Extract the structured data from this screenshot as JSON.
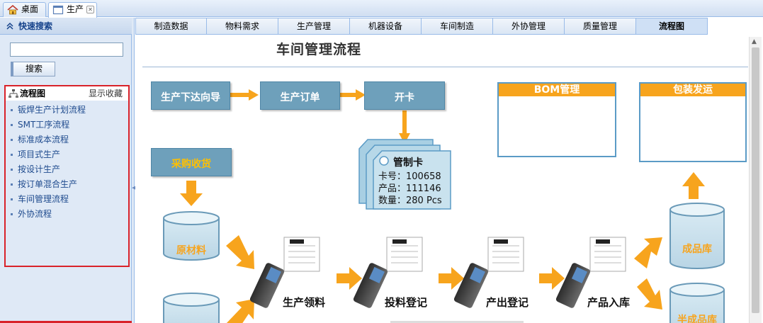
{
  "tabs": [
    {
      "label": "桌面"
    },
    {
      "label": "生产"
    }
  ],
  "sidebar": {
    "search_title": "快速搜索",
    "search_input_value": "",
    "search_button": "搜索",
    "flow_title": "流程图",
    "flow_favorite": "显示收藏",
    "flow_items": [
      {
        "label": "钣焊生产计划流程"
      },
      {
        "label": "SMT工序流程"
      },
      {
        "label": "标准成本流程"
      },
      {
        "label": "项目式生产"
      },
      {
        "label": "按设计生产"
      },
      {
        "label": "按订单混合生产"
      },
      {
        "label": "车间管理流程"
      },
      {
        "label": "外协流程"
      }
    ]
  },
  "subnav": [
    {
      "label": "制造数据"
    },
    {
      "label": "物料需求"
    },
    {
      "label": "生产管理"
    },
    {
      "label": "机器设备"
    },
    {
      "label": "车间制造"
    },
    {
      "label": "外协管理"
    },
    {
      "label": "质量管理"
    },
    {
      "label": "流程图"
    }
  ],
  "diagram": {
    "title": "车间管理流程",
    "nodes": {
      "production_wizard": "生产下达向导",
      "production_order": "生产订单",
      "open_card": "开卡",
      "purchase_receipt": "采购收货",
      "bom": "BOM管理",
      "packing": "包装发运"
    },
    "control_card": {
      "title": "管制卡",
      "card_no": "卡号：100658",
      "product": "产品：111146",
      "quantity": "数量：280 Pcs"
    },
    "cylinders": {
      "raw": "原材料",
      "finished": "成品库",
      "semi": "半成品库"
    },
    "steps": {
      "pick": "生产领料",
      "feed": "投料登记",
      "output": "产出登记",
      "stock_in": "产品入库"
    }
  },
  "colors": {
    "node_blue": "#6ea0bb",
    "accent_orange": "#f7a41d",
    "highlight_red": "#d9222a",
    "bom_green": "#7cc242"
  }
}
